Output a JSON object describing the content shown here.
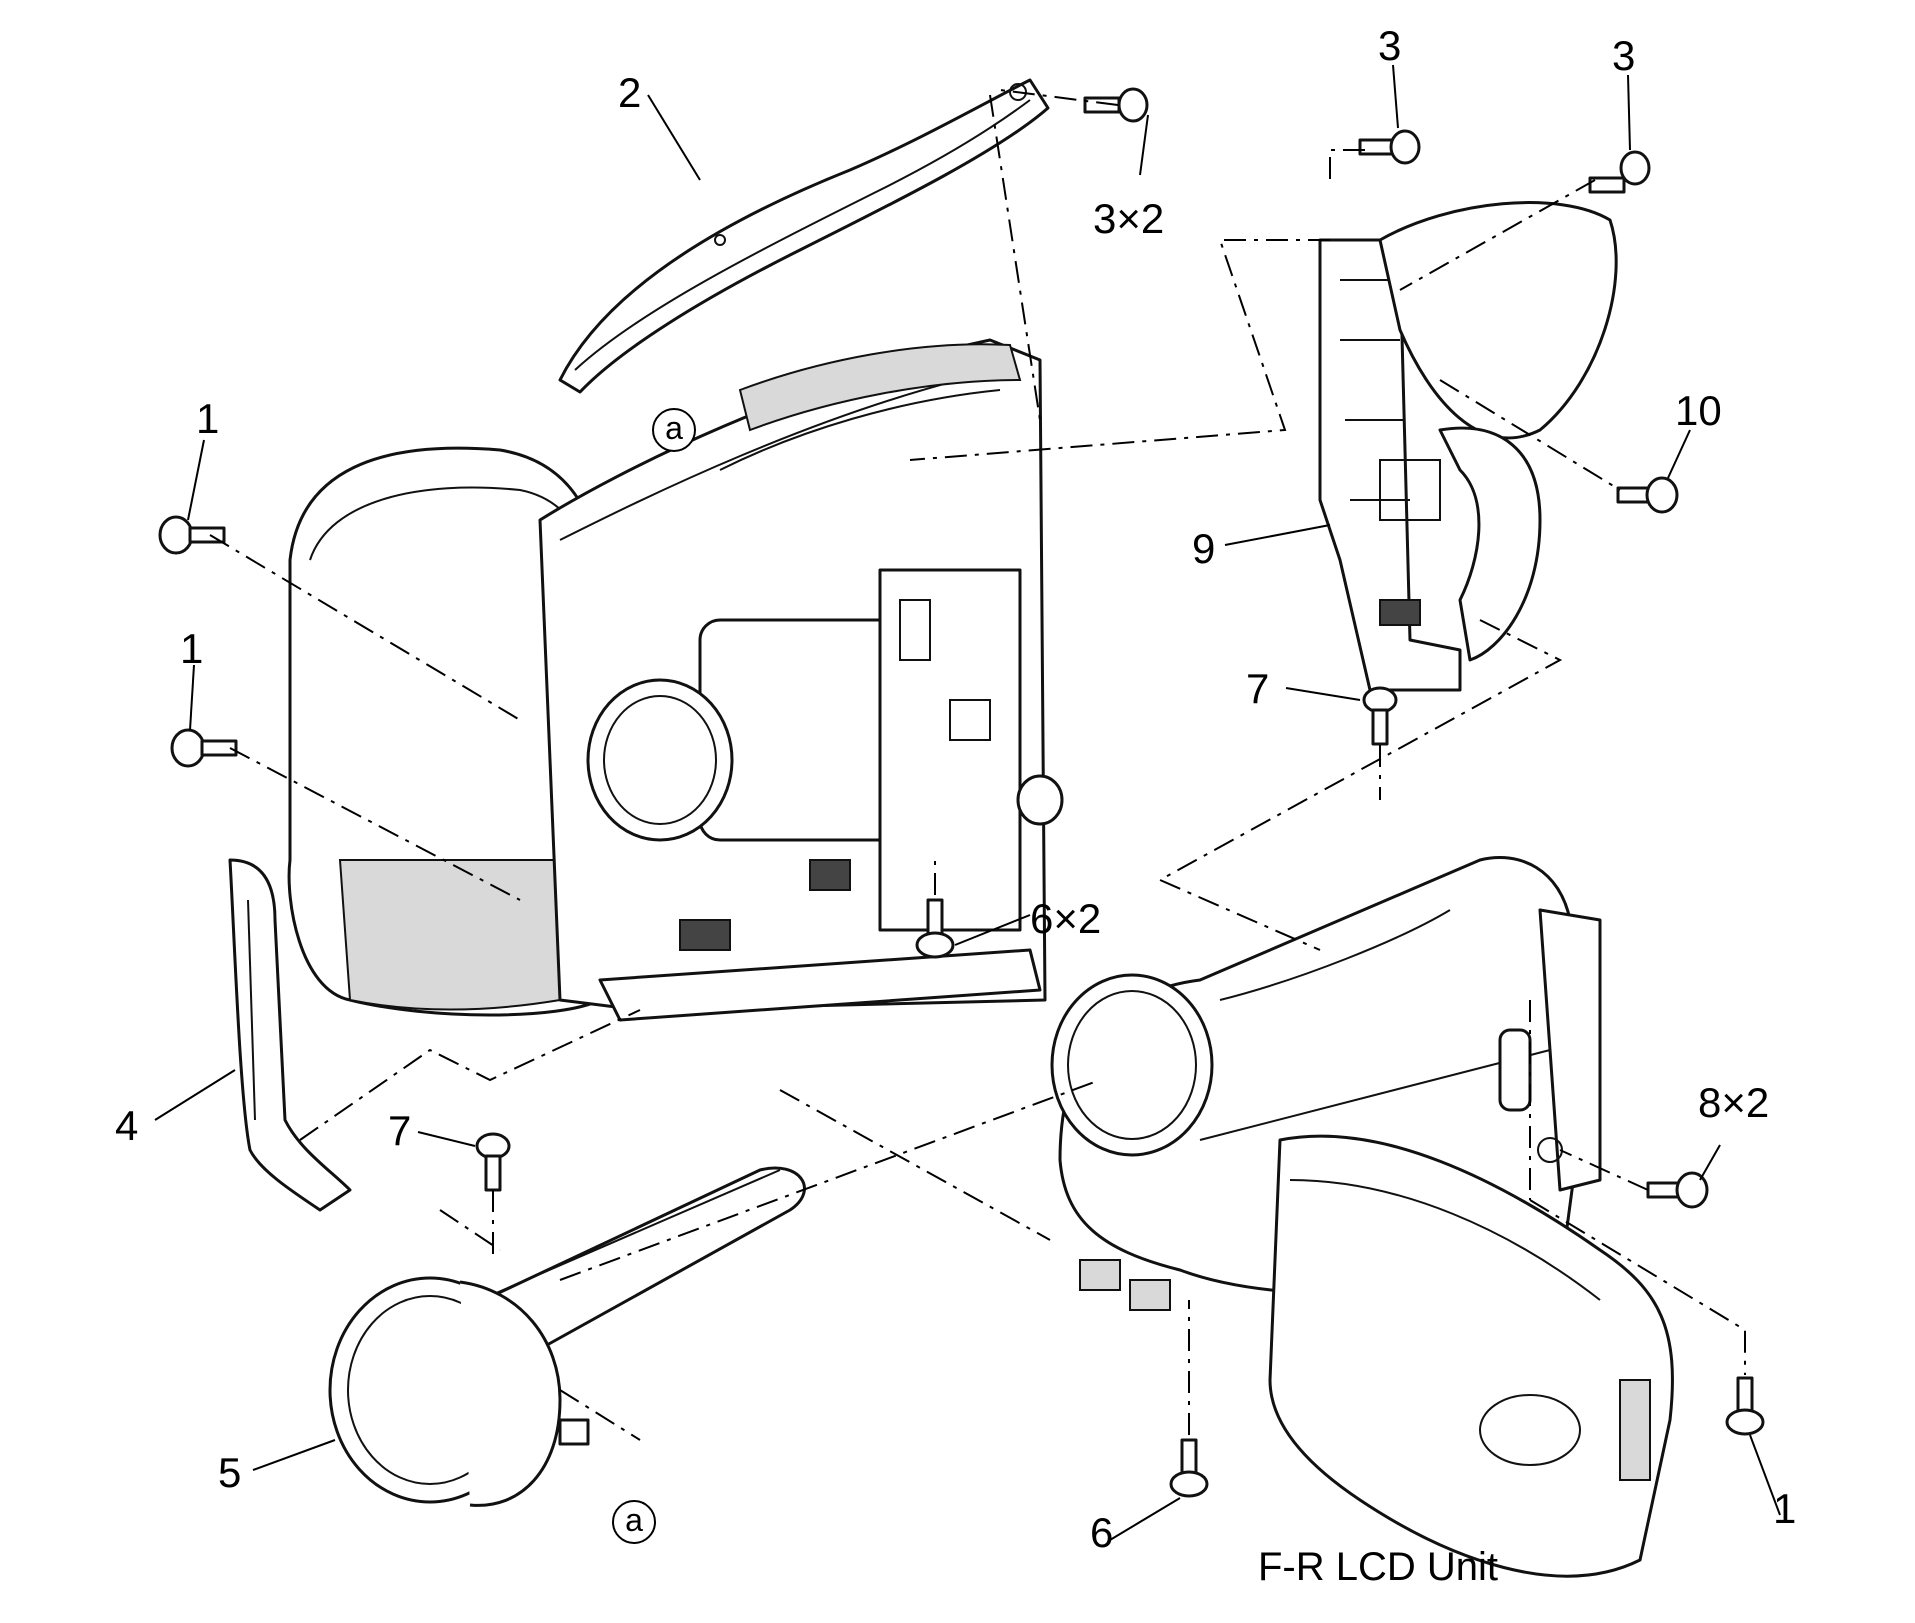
{
  "callouts": [
    {
      "id": "c2",
      "text": "2"
    },
    {
      "id": "c3a",
      "text": "3×2"
    },
    {
      "id": "c3b",
      "text": "3"
    },
    {
      "id": "c3c",
      "text": "3"
    },
    {
      "id": "c1a",
      "text": "1"
    },
    {
      "id": "c1b",
      "text": "1"
    },
    {
      "id": "c10",
      "text": "10"
    },
    {
      "id": "c9",
      "text": "9"
    },
    {
      "id": "c7a",
      "text": "7"
    },
    {
      "id": "c6a",
      "text": "6×2"
    },
    {
      "id": "c4",
      "text": "4"
    },
    {
      "id": "c7b",
      "text": "7"
    },
    {
      "id": "c8",
      "text": "8×2"
    },
    {
      "id": "c5",
      "text": "5"
    },
    {
      "id": "c6b",
      "text": "6"
    },
    {
      "id": "c1c",
      "text": "1"
    }
  ],
  "reference_marks": {
    "top": "a",
    "bottom": "a"
  },
  "unit_label": "F-R LCD Unit"
}
